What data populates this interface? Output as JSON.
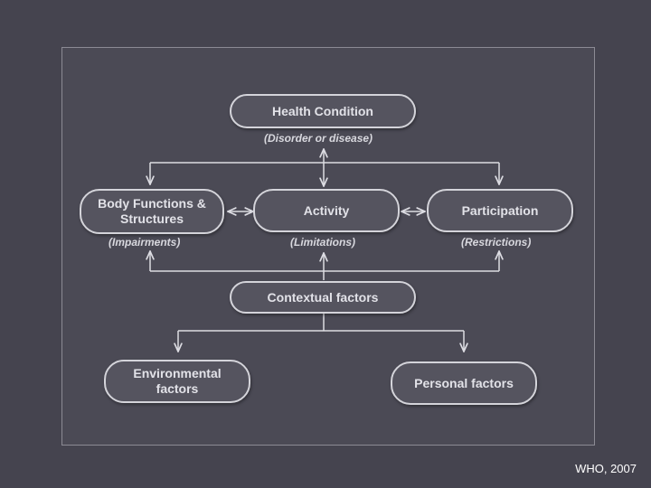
{
  "diagram": {
    "health_condition": "Health Condition",
    "health_condition_sub": "(Disorder or disease)",
    "body_functions_line1": "Body Functions &",
    "body_functions_line2": "Structures",
    "body_functions_sub": "(Impairments)",
    "activity": "Activity",
    "activity_sub": "(Limitations)",
    "participation": "Participation",
    "participation_sub": "(Restrictions)",
    "contextual_factors": "Contextual factors",
    "environmental_line1": "Environmental",
    "environmental_line2": "factors",
    "personal_factors": "Personal factors"
  },
  "footer": {
    "credit": "WHO, 2007"
  }
}
